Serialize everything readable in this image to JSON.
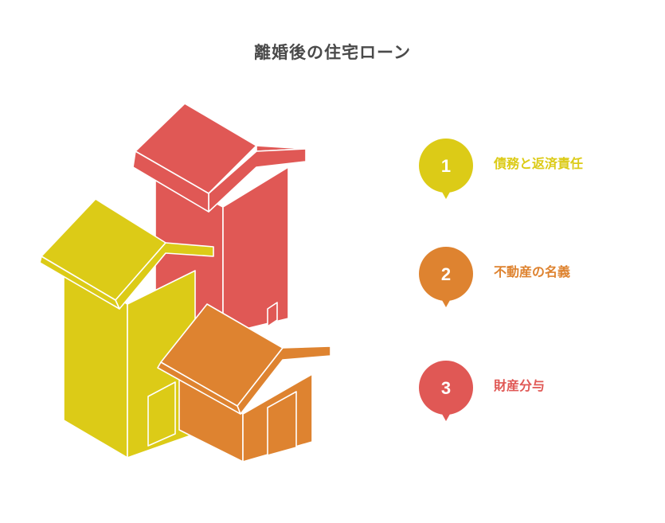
{
  "title": "離婚後の住宅ローン",
  "colors": {
    "yellow": "#dccb17",
    "orange": "#de8330",
    "red": "#e05855",
    "title": "#4a4a4a"
  },
  "items": [
    {
      "number": "1",
      "label": "債務と返済責任",
      "color": "#dccb17"
    },
    {
      "number": "2",
      "label": "不動産の名義",
      "color": "#de8330"
    },
    {
      "number": "3",
      "label": "財産分与",
      "color": "#e05855"
    }
  ]
}
